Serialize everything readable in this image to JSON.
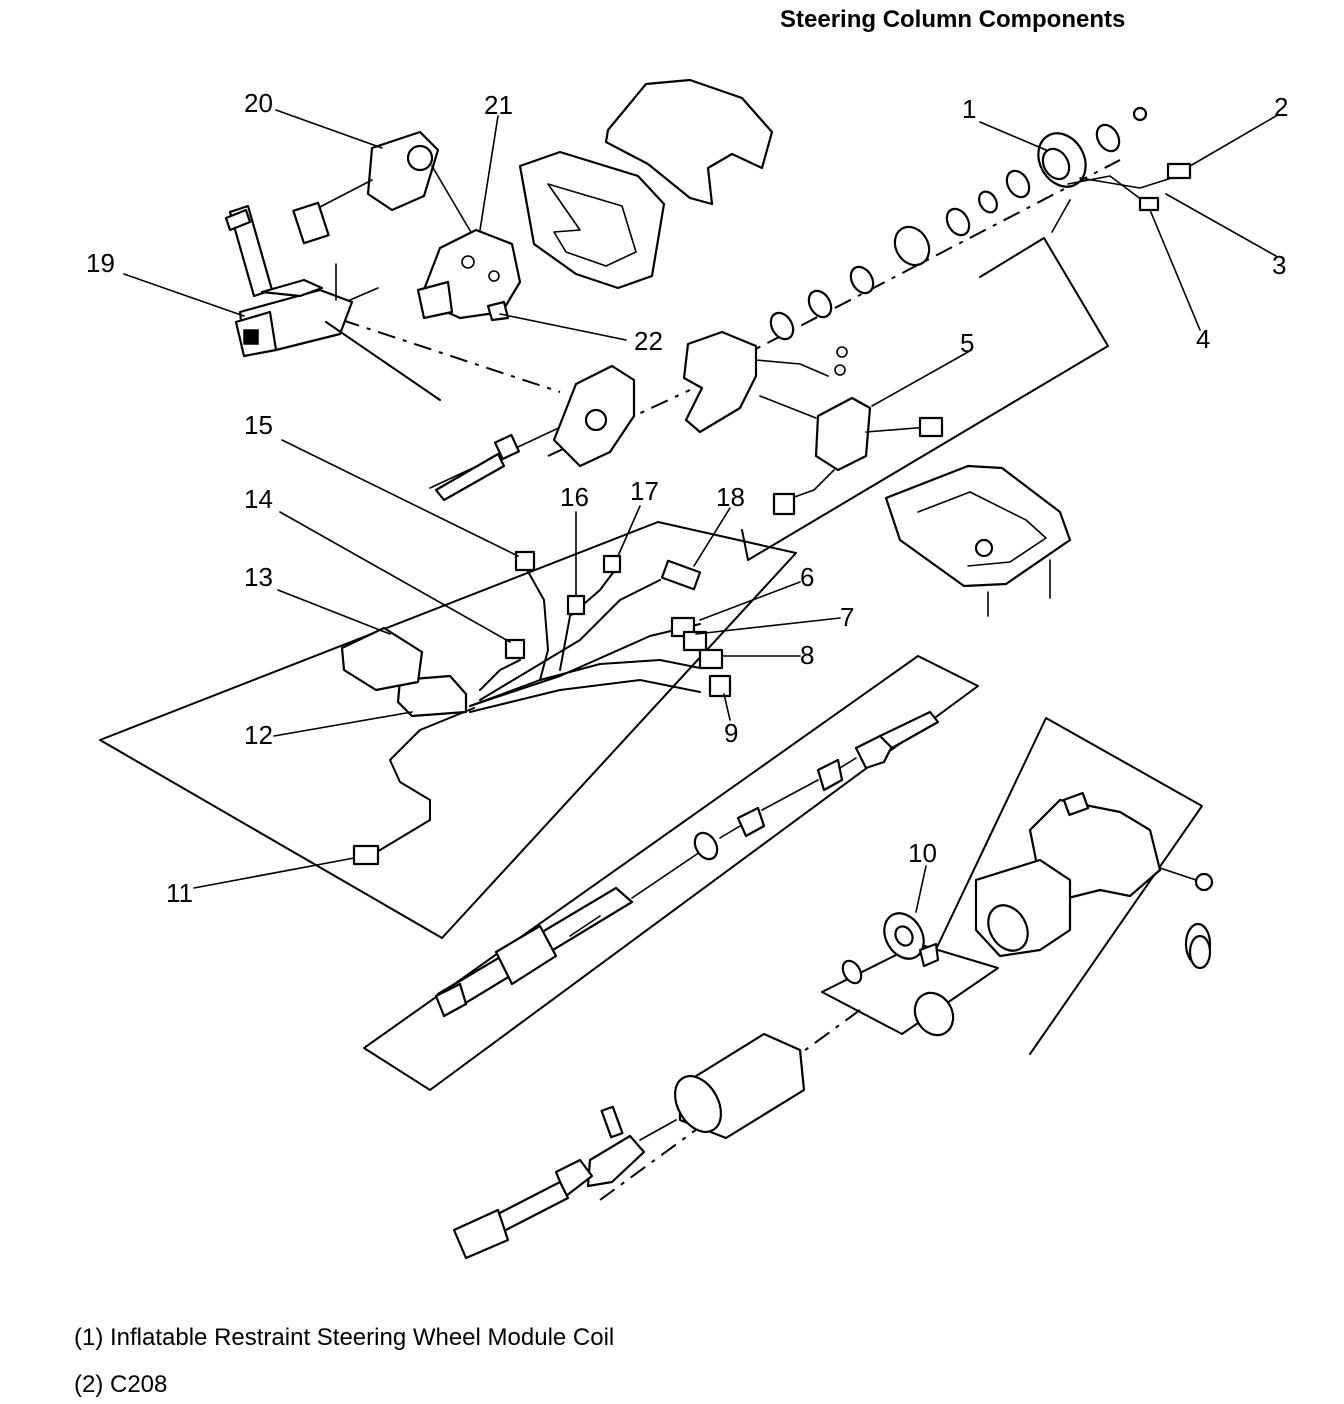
{
  "title": "Steering Column Components",
  "callouts": [
    "1",
    "2",
    "3",
    "4",
    "5",
    "6",
    "7",
    "8",
    "9",
    "10",
    "11",
    "12",
    "13",
    "14",
    "15",
    "16",
    "17",
    "18",
    "19",
    "20",
    "21",
    "22"
  ],
  "legend": [
    "(1) Inflatable Restraint Steering Wheel Module Coil",
    "(2) C208"
  ]
}
